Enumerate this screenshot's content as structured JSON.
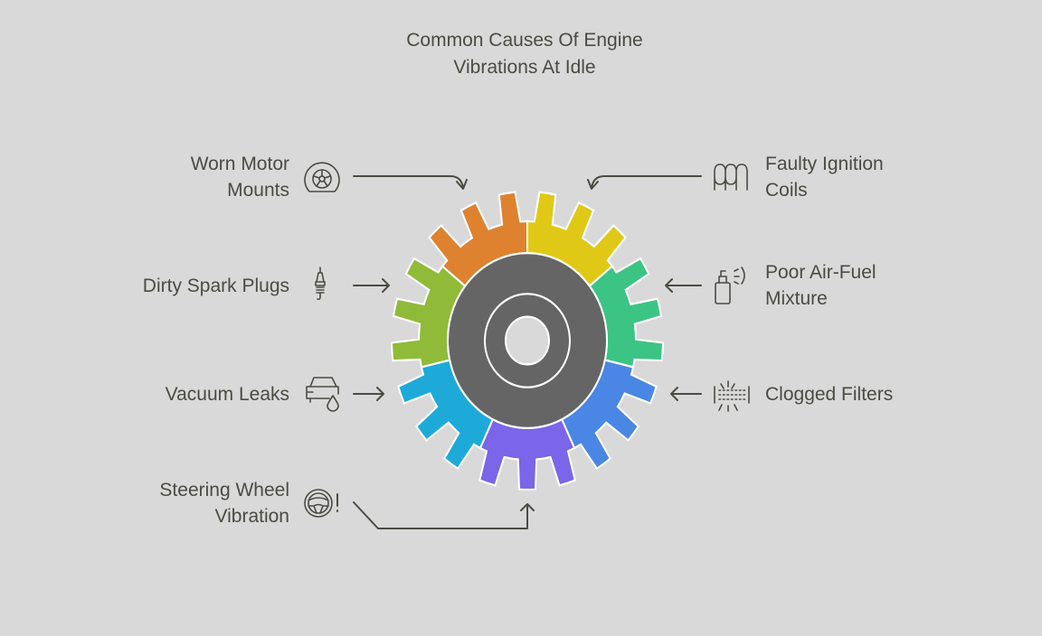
{
  "title_line1": "Common Causes Of Engine",
  "title_line2": "Vibrations At Idle",
  "causes": {
    "worn_motor_mounts": {
      "line1": "Worn Motor",
      "line2": "Mounts",
      "icon": "tire-icon"
    },
    "faulty_ignition_coils": {
      "line1": "Faulty Ignition",
      "line2": "Coils",
      "icon": "coil-icon"
    },
    "dirty_spark_plugs": {
      "line1": "Dirty Spark Plugs",
      "icon": "spark-plug-icon"
    },
    "poor_air_fuel": {
      "line1": "Poor Air-Fuel",
      "line2": "Mixture",
      "icon": "spray-bottle-icon"
    },
    "vacuum_leaks": {
      "line1": "Vacuum Leaks",
      "icon": "car-leak-icon"
    },
    "clogged_filters": {
      "line1": "Clogged Filters",
      "icon": "filter-icon"
    },
    "steering_wheel": {
      "line1": "Steering Wheel",
      "line2": "Vibration",
      "icon": "steering-wheel-warning-icon"
    }
  },
  "colors": {
    "segments": [
      "#e0c916",
      "#3cc484",
      "#4a86e4",
      "#7b65e8",
      "#1eaad8",
      "#8fbb38",
      "#de8230"
    ],
    "hub": "#656565",
    "background": "#d9d9d9",
    "text": "#4b4b44"
  }
}
